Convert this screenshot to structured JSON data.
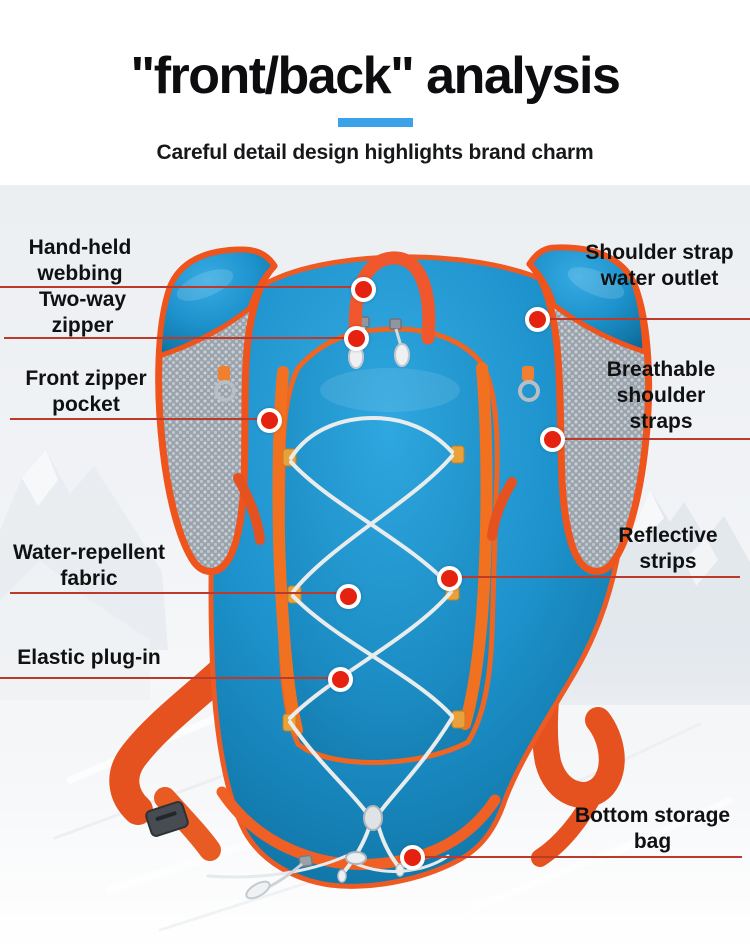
{
  "header": {
    "title": "\"front/back\" analysis",
    "subtitle": "Careful detail design highlights brand charm"
  },
  "accent": {
    "title_underline_color": "#3ba1e8",
    "callout_dot_color": "#e4220f",
    "callout_line_color": "#bc3a2b",
    "backpack_blue": "#1d92cc",
    "backpack_orange": "#ee5a23"
  },
  "annotations": [
    {
      "id": "hand-held-webbing",
      "label": "Hand-held webbing"
    },
    {
      "id": "two-way-zipper",
      "label": "Two-way zipper"
    },
    {
      "id": "front-zipper-pocket",
      "label": "Front zipper pocket"
    },
    {
      "id": "water-repellent-fabric",
      "label": "Water-repellent fabric"
    },
    {
      "id": "elastic-plug-in",
      "label": "Elastic plug-in"
    },
    {
      "id": "shoulder-strap-water-outlet",
      "label": "Shoulder strap water outlet"
    },
    {
      "id": "breathable-shoulder-straps",
      "label": "Breathable shoulder straps"
    },
    {
      "id": "reflective-strips",
      "label": "Reflective strips"
    },
    {
      "id": "bottom-storage-bag",
      "label": "Bottom storage bag"
    }
  ]
}
